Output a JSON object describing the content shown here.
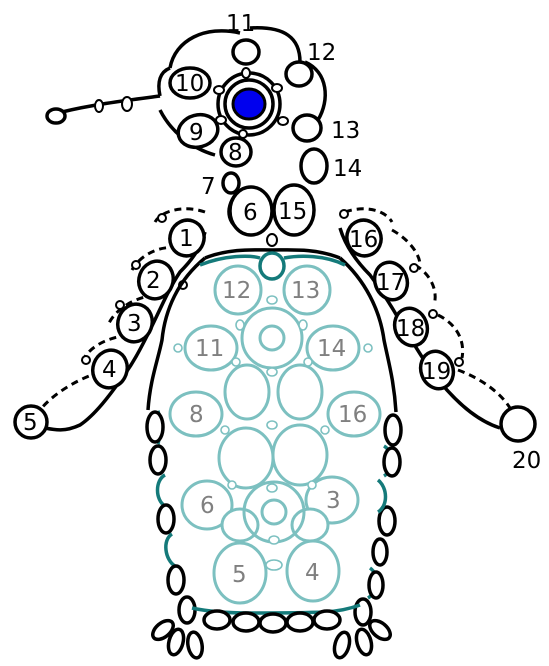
{
  "colors": {
    "outline": "#000000",
    "eye": "#0000ee",
    "body_dark_teal": "#147a7a",
    "body_light_teal": "#7cc0c0",
    "inner_label": "#808080"
  },
  "outer_labels": {
    "l1": "1",
    "l2": "2",
    "l3": "3",
    "l4": "4",
    "l5": "5",
    "l6": "6",
    "l7": "7",
    "l8": "8",
    "l9": "9",
    "l10": "10",
    "l11": "11",
    "l12": "12",
    "l13": "13",
    "l14": "14",
    "l15": "15",
    "l16": "16",
    "l17": "17",
    "l18": "18",
    "l19": "19",
    "l20": "20"
  },
  "inner_labels": {
    "i3": "3",
    "i4": "4",
    "i5": "5",
    "i6": "6",
    "i8": "8",
    "i11": "11",
    "i12": "12",
    "i13": "13",
    "i14": "14",
    "i16": "16"
  }
}
